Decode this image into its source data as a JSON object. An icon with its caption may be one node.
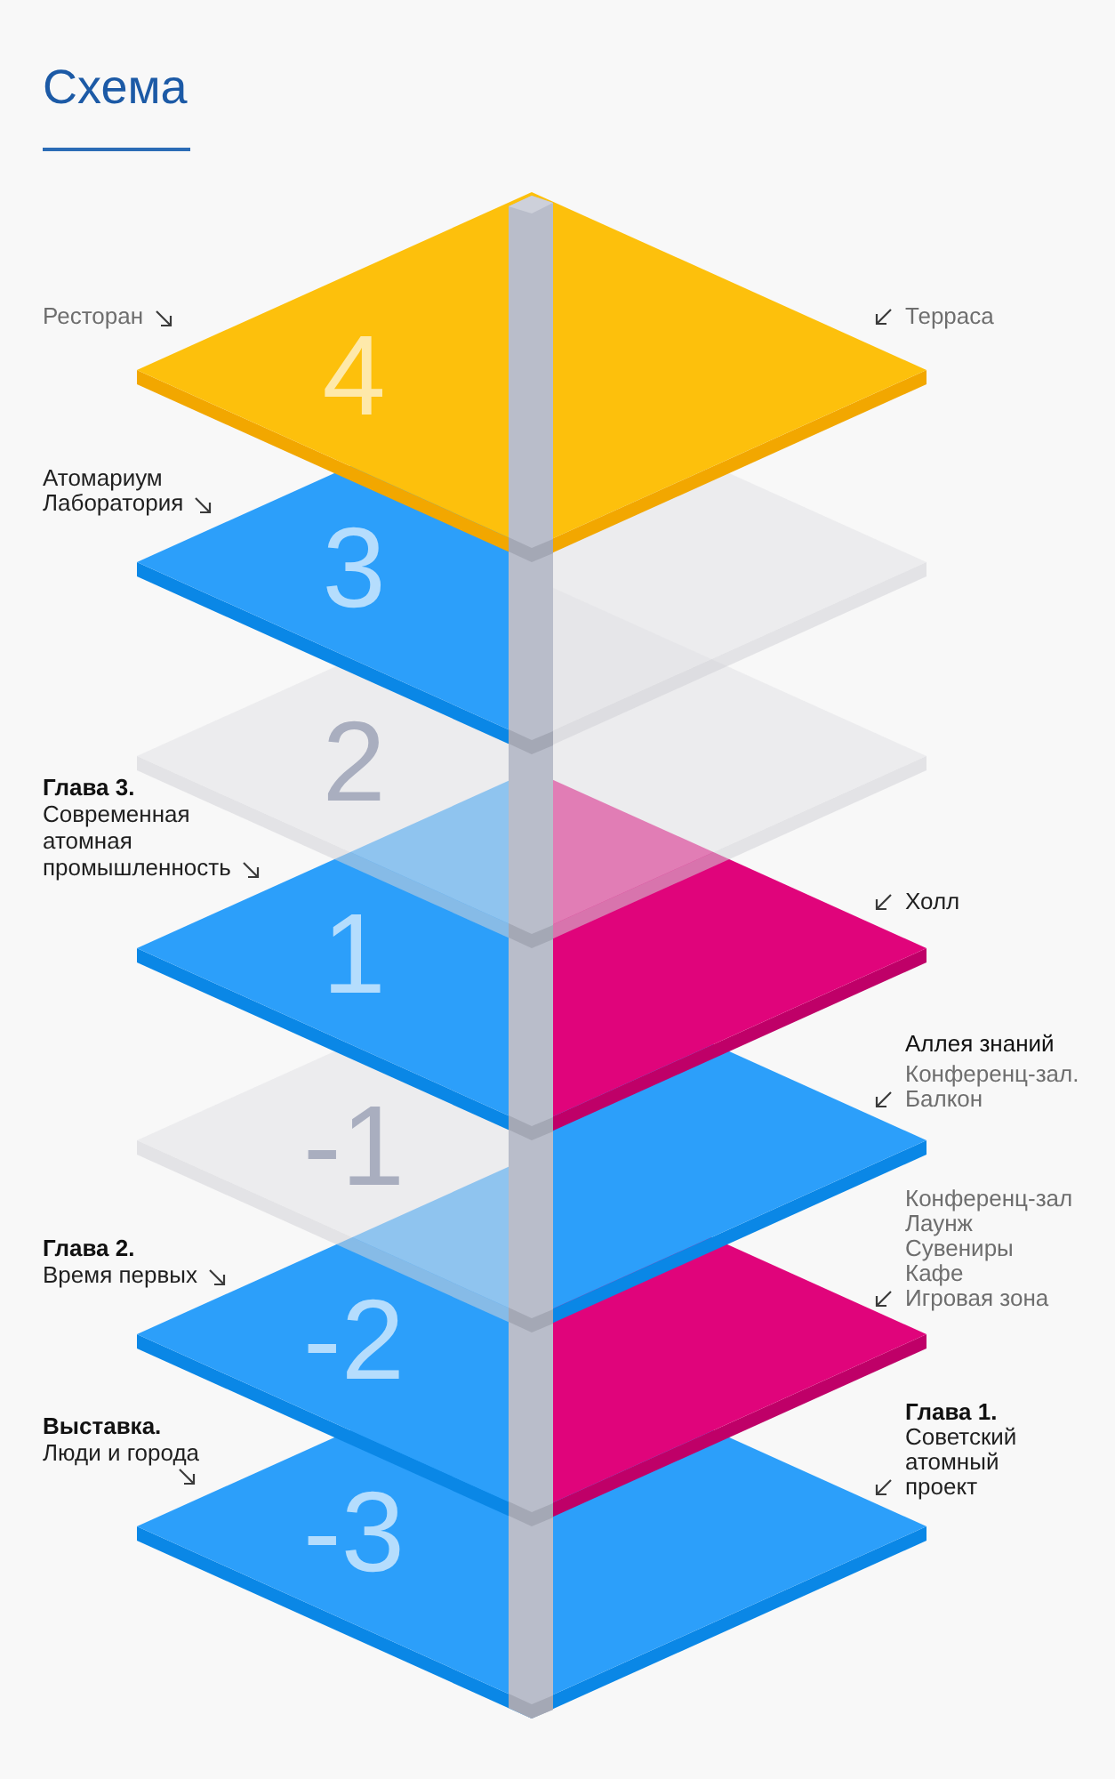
{
  "diagram": {
    "title": "Схема",
    "nodes": [
      {
        "text": [
          "4"
        ],
        "beside": [
          "Ресторан",
          "Терраса"
        ]
      },
      {
        "text": [
          "3"
        ],
        "beside": [
          "Атомариум",
          "Лаборатория"
        ]
      },
      {
        "text": [
          "2"
        ]
      },
      {
        "text": [
          "1"
        ],
        "beside": [
          "Глава 3.",
          "Современная атомная промышленность",
          "Холл"
        ]
      },
      {
        "text": [
          "-1"
        ],
        "beside": [
          "Аллея знаний",
          "Конференц-зал.",
          "Балкон"
        ]
      },
      {
        "text": [
          "-2"
        ],
        "beside": [
          "Глава 2.",
          "Время первых",
          "Конференц-зал",
          "Лаунж",
          "Сувениры",
          "Кафе",
          "Игровая зона"
        ]
      },
      {
        "text": [
          "-3"
        ],
        "beside": [
          "Выставка.",
          "Люди и города",
          "Глава 1.",
          "Советский атомный проект"
        ]
      }
    ]
  }
}
